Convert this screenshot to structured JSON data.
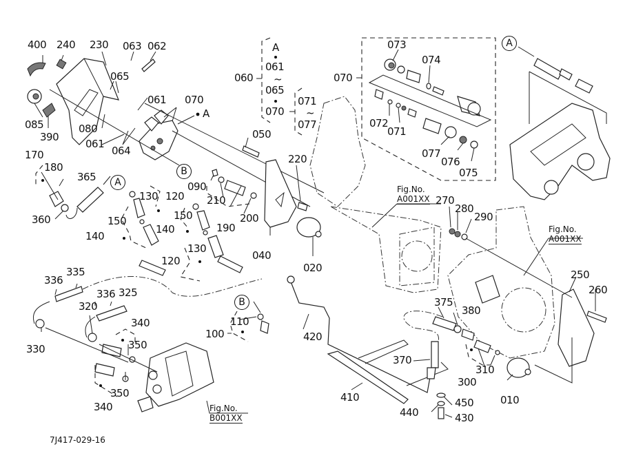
{
  "diagram": {
    "type": "exploded-parts-diagram",
    "drawing_number": "7J417-029-16",
    "callouts": [
      {
        "id": "400",
        "name": "400"
      },
      {
        "id": "240",
        "name": "240"
      },
      {
        "id": "230",
        "name": "230"
      },
      {
        "id": "063",
        "name": "063"
      },
      {
        "id": "062",
        "name": "062"
      },
      {
        "id": "065",
        "name": "065"
      },
      {
        "id": "061a",
        "name": "061"
      },
      {
        "id": "070a",
        "name": "070"
      },
      {
        "id": "085",
        "name": "085"
      },
      {
        "id": "390",
        "name": "390"
      },
      {
        "id": "080",
        "name": "080"
      },
      {
        "id": "061b",
        "name": "061"
      },
      {
        "id": "064",
        "name": "064"
      },
      {
        "id": "170",
        "name": "170"
      },
      {
        "id": "180",
        "name": "180"
      },
      {
        "id": "365",
        "name": "365"
      },
      {
        "id": "360",
        "name": "360"
      },
      {
        "id": "060",
        "name": "060"
      },
      {
        "id": "050",
        "name": "050"
      },
      {
        "id": "220",
        "name": "220"
      },
      {
        "id": "090",
        "name": "090"
      },
      {
        "id": "210",
        "name": "210"
      },
      {
        "id": "190",
        "name": "190"
      },
      {
        "id": "200",
        "name": "200"
      },
      {
        "id": "040",
        "name": "040"
      },
      {
        "id": "020",
        "name": "020"
      },
      {
        "id": "150a",
        "name": "150"
      },
      {
        "id": "130a",
        "name": "130"
      },
      {
        "id": "120a",
        "name": "120"
      },
      {
        "id": "140a",
        "name": "140"
      },
      {
        "id": "150b",
        "name": "150"
      },
      {
        "id": "140b",
        "name": "140"
      },
      {
        "id": "130b",
        "name": "130"
      },
      {
        "id": "120b",
        "name": "120"
      },
      {
        "id": "070b",
        "name": "070"
      },
      {
        "id": "073",
        "name": "073"
      },
      {
        "id": "074",
        "name": "074"
      },
      {
        "id": "072",
        "name": "072"
      },
      {
        "id": "071",
        "name": "071"
      },
      {
        "id": "077",
        "name": "077"
      },
      {
        "id": "076",
        "name": "076"
      },
      {
        "id": "075",
        "name": "075"
      },
      {
        "id": "270",
        "name": "270"
      },
      {
        "id": "280",
        "name": "280"
      },
      {
        "id": "290",
        "name": "290"
      },
      {
        "id": "250",
        "name": "250"
      },
      {
        "id": "260",
        "name": "260"
      },
      {
        "id": "375",
        "name": "375"
      },
      {
        "id": "380",
        "name": "380"
      },
      {
        "id": "370",
        "name": "370"
      },
      {
        "id": "300",
        "name": "300"
      },
      {
        "id": "310",
        "name": "310"
      },
      {
        "id": "010",
        "name": "010"
      },
      {
        "id": "450",
        "name": "450"
      },
      {
        "id": "440",
        "name": "440"
      },
      {
        "id": "430",
        "name": "430"
      },
      {
        "id": "410",
        "name": "410"
      },
      {
        "id": "420",
        "name": "420"
      },
      {
        "id": "110",
        "name": "110"
      },
      {
        "id": "100",
        "name": "100"
      },
      {
        "id": "336a",
        "name": "336"
      },
      {
        "id": "335",
        "name": "335"
      },
      {
        "id": "336b",
        "name": "336"
      },
      {
        "id": "325",
        "name": "325"
      },
      {
        "id": "320",
        "name": "320"
      },
      {
        "id": "330",
        "name": "330"
      },
      {
        "id": "340a",
        "name": "340"
      },
      {
        "id": "350a",
        "name": "350"
      },
      {
        "id": "350b",
        "name": "350"
      },
      {
        "id": "340b",
        "name": "340"
      }
    ],
    "assembly_060": {
      "label": "060",
      "contents": [
        "A",
        "•",
        "061",
        "~",
        "065",
        "•",
        "070"
      ]
    },
    "assembly_070_range": {
      "contents": [
        "071",
        "~",
        "077"
      ]
    },
    "reference_markers": {
      "A": "A",
      "B": "B"
    },
    "figure_refs": [
      {
        "line1": "Fig.No.",
        "line2": "A001XX"
      },
      {
        "line1": "Fig.No.",
        "line2": "A001XX"
      },
      {
        "line1": "Fig.No.",
        "line2": "B001XX"
      }
    ],
    "point_A_label": "A"
  }
}
